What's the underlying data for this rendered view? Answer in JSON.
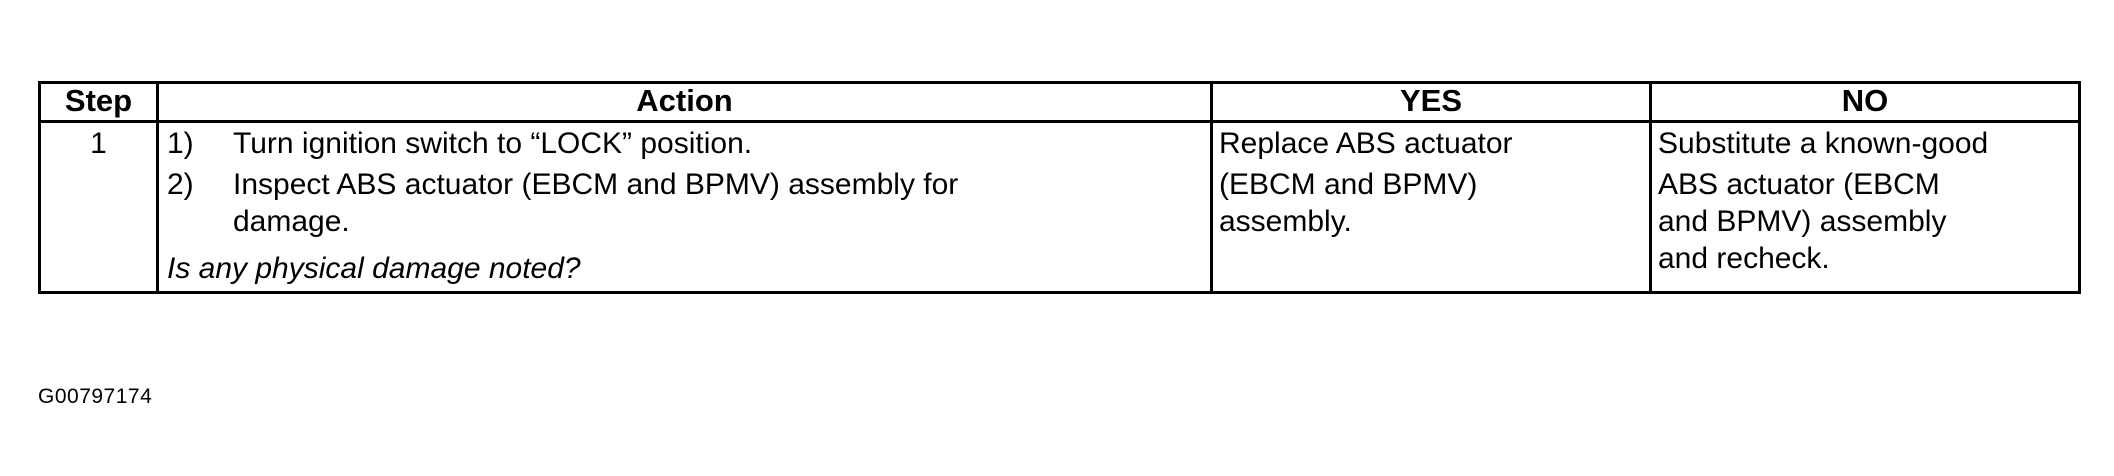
{
  "table": {
    "headers": {
      "step": "Step",
      "action": "Action",
      "yes": "YES",
      "no": "NO"
    },
    "rows": [
      {
        "step": "1",
        "actions": [
          {
            "num": "1)",
            "lines": [
              "Turn ignition switch to “LOCK” position."
            ]
          },
          {
            "num": "2)",
            "lines": [
              "Inspect ABS actuator (EBCM and BPMV) assembly for",
              "damage."
            ]
          }
        ],
        "question": "Is any physical damage noted?",
        "yes_lines": [
          "Replace ABS actuator",
          "(EBCM and BPMV)",
          "assembly."
        ],
        "no_lines": [
          "Substitute a known-good",
          "ABS actuator (EBCM",
          "and BPMV) assembly",
          "and recheck."
        ]
      }
    ]
  },
  "figure_id": "G00797174"
}
